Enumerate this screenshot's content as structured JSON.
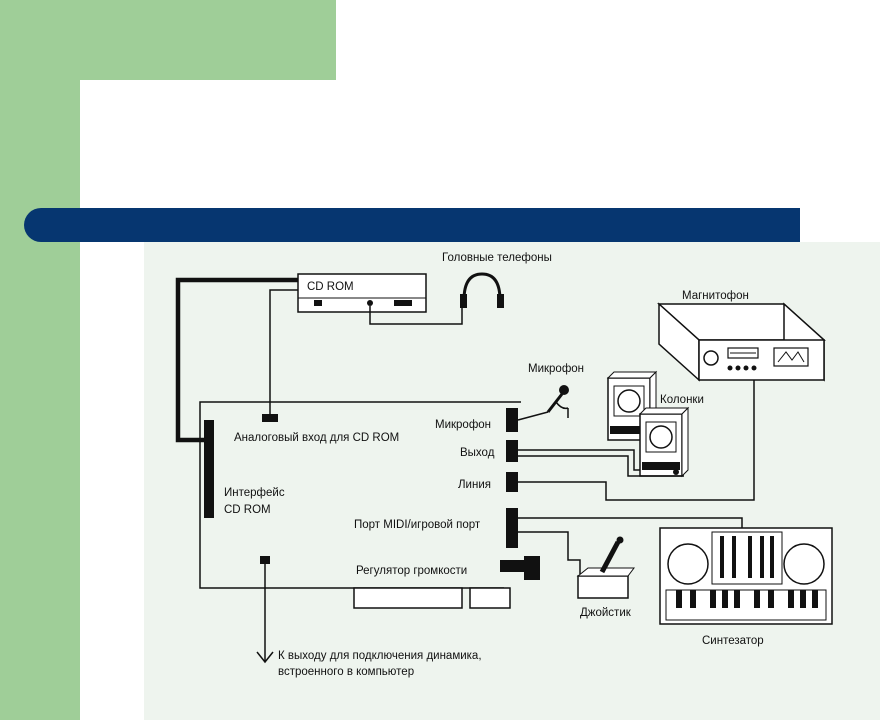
{
  "colors": {
    "side_green": "#9fce98",
    "title_bar_blue": "#063670",
    "diagram_background": "#eef4ee"
  },
  "labels": {
    "cd_rom": "CD ROM",
    "headphones": "Головные телефоны",
    "tape_recorder": "Магнитофон",
    "microphone_device": "Микрофон",
    "speakers": "Колонки",
    "analog_input": "Аналоговый вход для CD ROM",
    "port_mic": "Микрофон",
    "port_out": "Выход",
    "port_line": "Линия",
    "interface_line1": "Интерфейс",
    "interface_line2": "CD ROM",
    "midi_port": "Порт MIDI/игровой порт",
    "volume": "Регулятор громкости",
    "joystick": "Джойстик",
    "synthesizer": "Синтезатор",
    "pc_speaker_line1": "К выходу для подключения динамика,",
    "pc_speaker_line2": "встроенного в компьютер"
  }
}
